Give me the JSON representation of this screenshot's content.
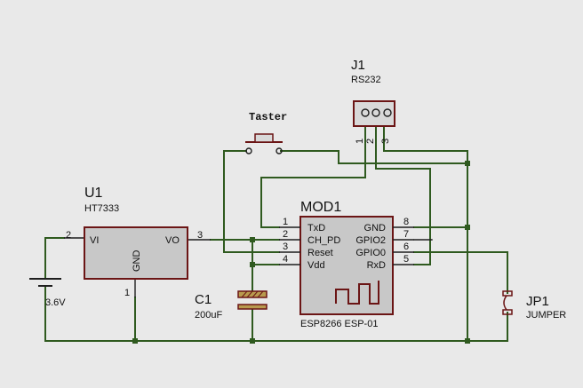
{
  "colors": {
    "background": "#e9e9e9",
    "wire": "#2f5a1f",
    "component_outline": "#6b1515",
    "ic_fill": "#c8c8c8",
    "button_fill": "#d9d9d9"
  },
  "u1": {
    "ref": "U1",
    "value": "HT7333",
    "pin_vi": "VI",
    "pin_vo": "VO",
    "pin_gnd": "GND",
    "pin2": "2",
    "pin3": "3",
    "pin1": "1"
  },
  "mod1": {
    "ref": "MOD1",
    "value": "ESP8266 ESP-01",
    "left_pins": [
      {
        "num": "1",
        "name": "TxD"
      },
      {
        "num": "2",
        "name": "CH_PD"
      },
      {
        "num": "3",
        "name": "Reset"
      },
      {
        "num": "4",
        "name": "Vdd"
      }
    ],
    "right_pins": [
      {
        "num": "8",
        "name": "GND"
      },
      {
        "num": "7",
        "name": "GPIO2"
      },
      {
        "num": "6",
        "name": "GPIO0"
      },
      {
        "num": "5",
        "name": "RxD"
      }
    ]
  },
  "j1": {
    "ref": "J1",
    "value": "RS232",
    "pins": [
      "1",
      "2",
      "3"
    ]
  },
  "taster": {
    "label": "Taster"
  },
  "c1": {
    "ref": "C1",
    "value": "200uF"
  },
  "battery": {
    "value": "3.6V"
  },
  "jp1": {
    "ref": "JP1",
    "value": "JUMPER"
  }
}
